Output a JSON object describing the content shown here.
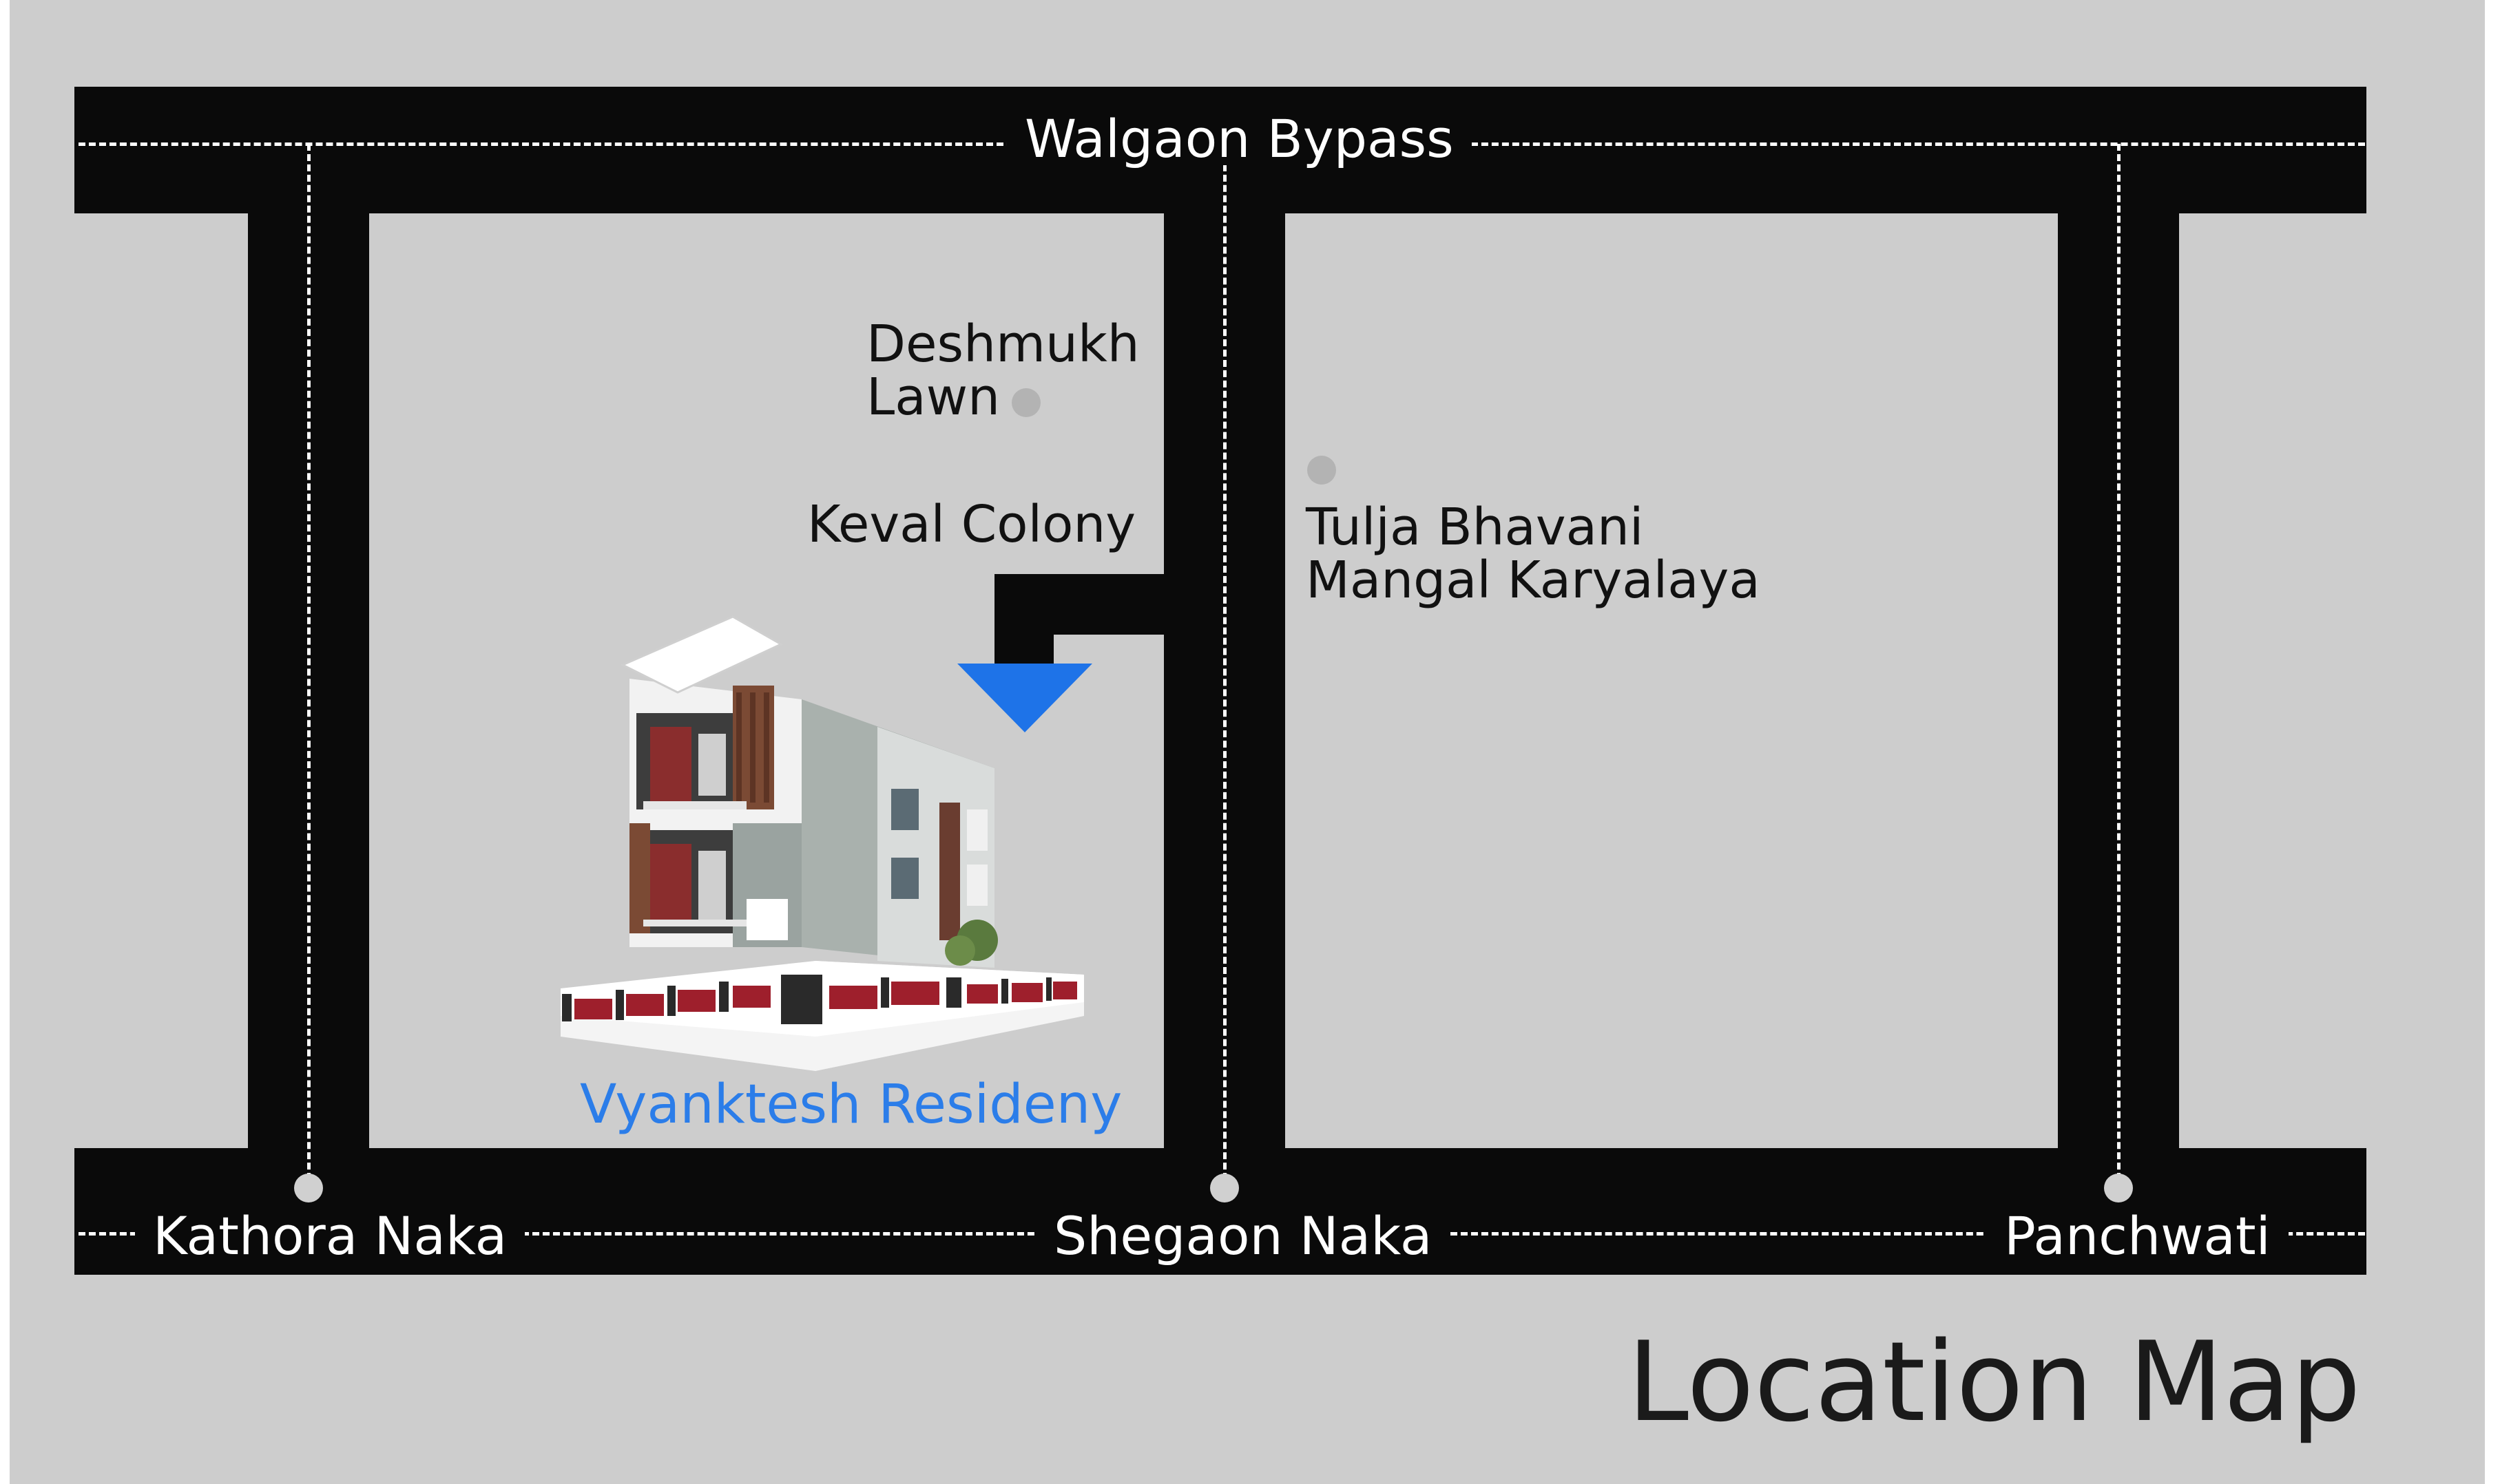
{
  "map": {
    "title": "Location Map",
    "roads": {
      "top": "Walgaon Bypass"
    },
    "junctions": [
      {
        "label": "Kathora Naka"
      },
      {
        "label": "Shegaon Naka"
      },
      {
        "label": "Panchwati"
      }
    ],
    "landmarks": {
      "deshmukh_line1": "Deshmukh",
      "deshmukh_line2": "Lawn",
      "keval": "Keval Colony",
      "tulja_line1": "Tulja Bhavani",
      "tulja_line2": "Mangal Karyalaya"
    },
    "project": {
      "name": "Vyanktesh Resideny",
      "marker_color": "#1e73e8"
    },
    "colors": {
      "background": "#cdcdcd",
      "road": "#0a0a0a",
      "project_text": "#2b7de9"
    },
    "icons": [
      "landmark-dot-icon",
      "junction-dot-icon",
      "location-pin-icon",
      "building-illustration"
    ]
  }
}
